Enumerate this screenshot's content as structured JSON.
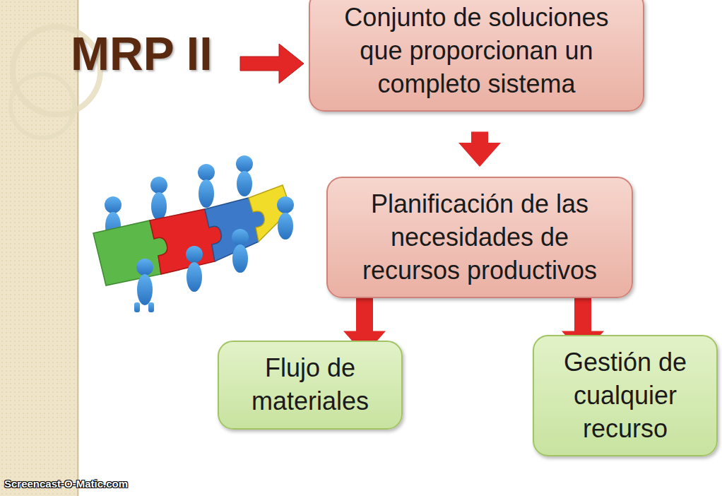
{
  "diagram": {
    "title": "MRP II",
    "nodes": [
      {
        "text": [
          "Conjunto de soluciones que proporcionan un completo sistema"
        ]
      },
      {
        "text": [
          "Planificación de las necesidades de recursos productivos"
        ]
      },
      {
        "text": [
          "Flujo de materiales"
        ]
      },
      {
        "text": [
          "Gestión de cualquier recurso"
        ]
      }
    ],
    "edges": [
      {
        "from": 0,
        "to": 1,
        "arrow": "to"
      },
      {
        "from": 2,
        "to": 1,
        "arrow": "both"
      },
      {
        "from": 3,
        "to": 1,
        "arrow": "both"
      }
    ],
    "labels": [
      "Screencast-O-Matic.com"
    ]
  }
}
